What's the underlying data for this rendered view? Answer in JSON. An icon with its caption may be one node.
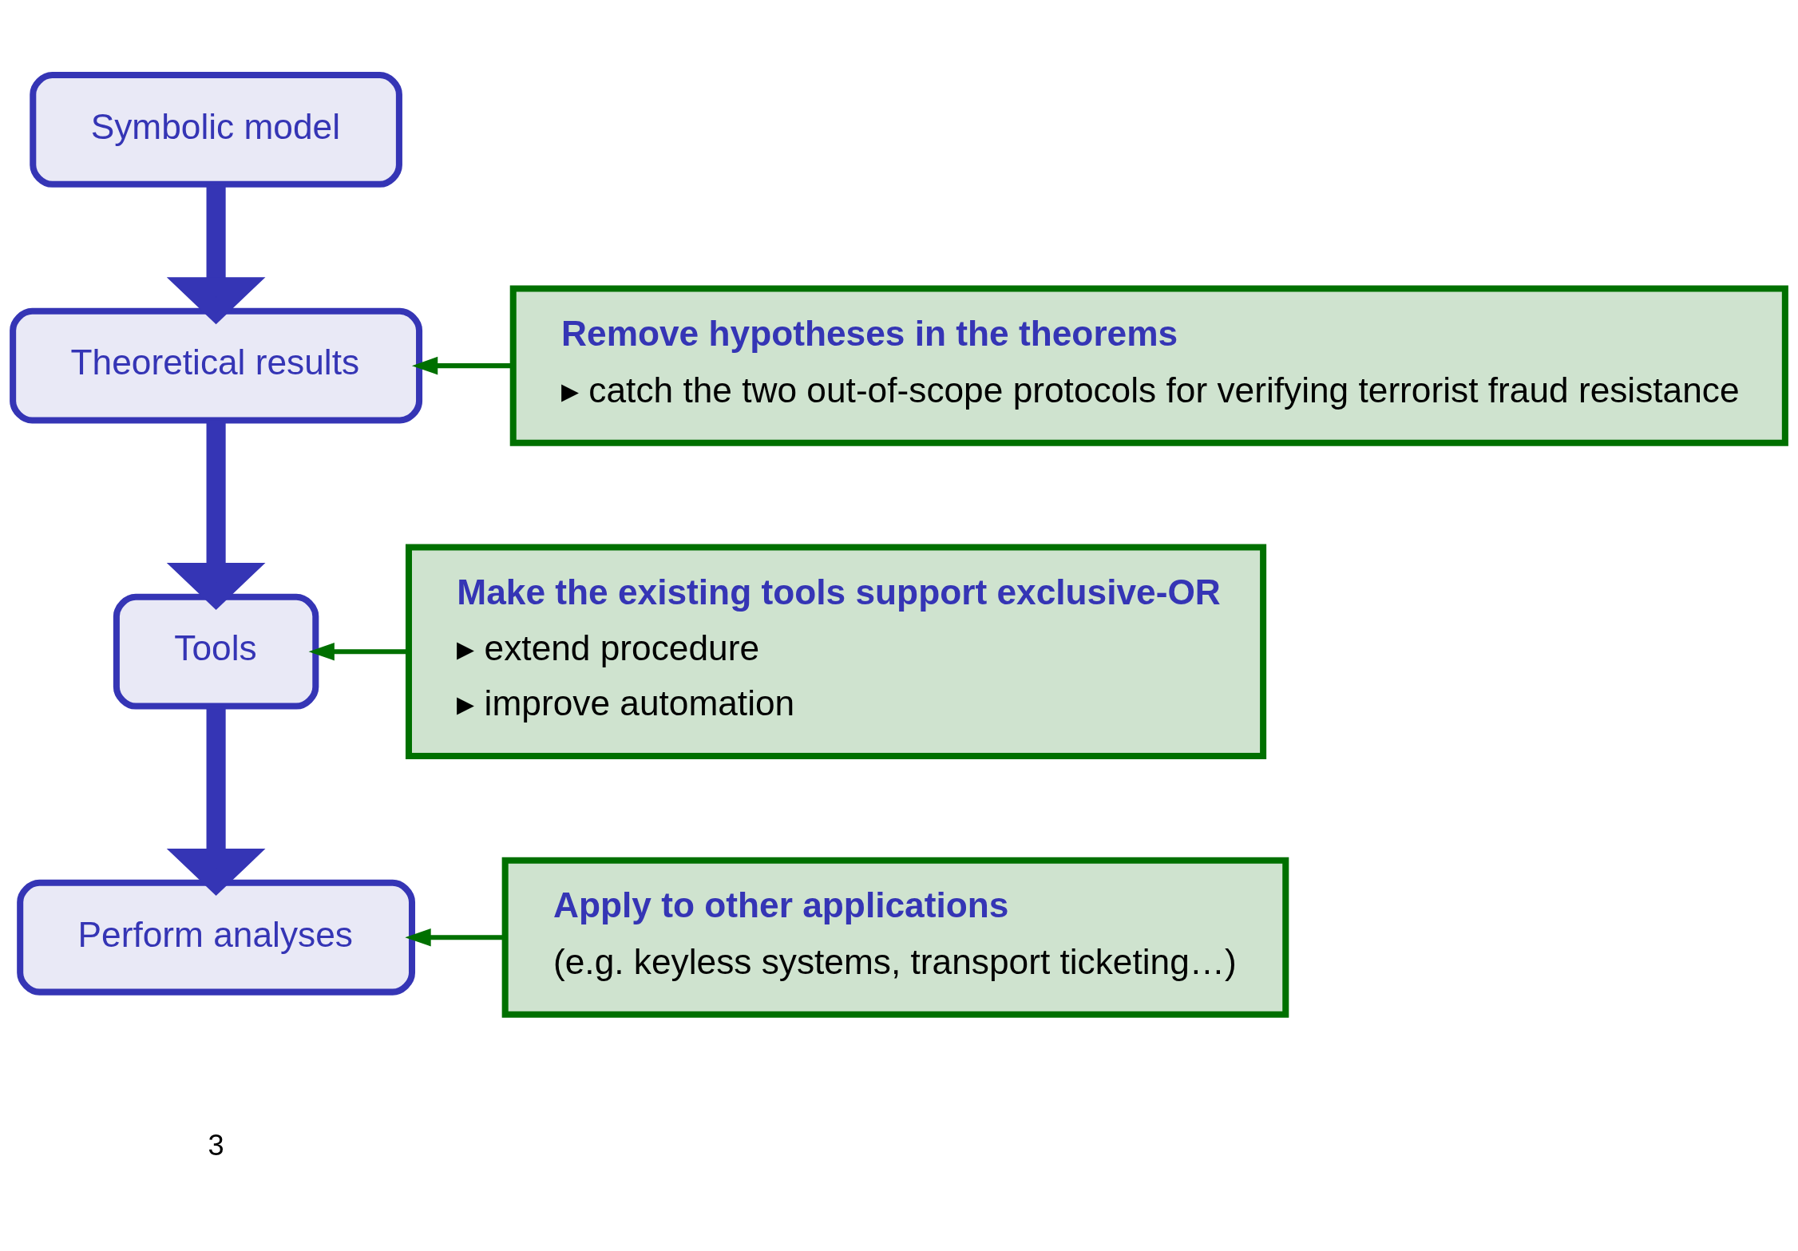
{
  "diagram": {
    "nodes": [
      {
        "text": [
          "Symbolic model"
        ]
      },
      {
        "text": [
          "Theoretical results"
        ]
      },
      {
        "text": [
          "Tools"
        ]
      },
      {
        "text": [
          "Perform analyses"
        ]
      },
      {
        "text": [
          "Remove hypotheses in the theorems",
          "▸ catch the two out-of-scope protocols for verifying terrorist fraud resistance"
        ]
      },
      {
        "text": [
          "Make the existing tools support exclusive-OR",
          "▸ extend procedure",
          "▸ improve automation"
        ]
      },
      {
        "text": [
          "Apply to other applications",
          "(e.g. keyless systems, transport ticketing…)"
        ]
      }
    ],
    "edges": [
      {
        "from": 0,
        "to": 1,
        "arrow": "to",
        "style": "thick"
      },
      {
        "from": 1,
        "to": 2,
        "arrow": "to",
        "style": "thick"
      },
      {
        "from": 2,
        "to": 3,
        "arrow": "to",
        "style": "thick"
      },
      {
        "from": 4,
        "to": 1,
        "arrow": "to",
        "color": "#007000"
      },
      {
        "from": 5,
        "to": 2,
        "arrow": "to",
        "color": "#007000"
      },
      {
        "from": 6,
        "to": 3,
        "arrow": "to",
        "color": "#007000"
      }
    ],
    "labels": [
      "3"
    ]
  }
}
